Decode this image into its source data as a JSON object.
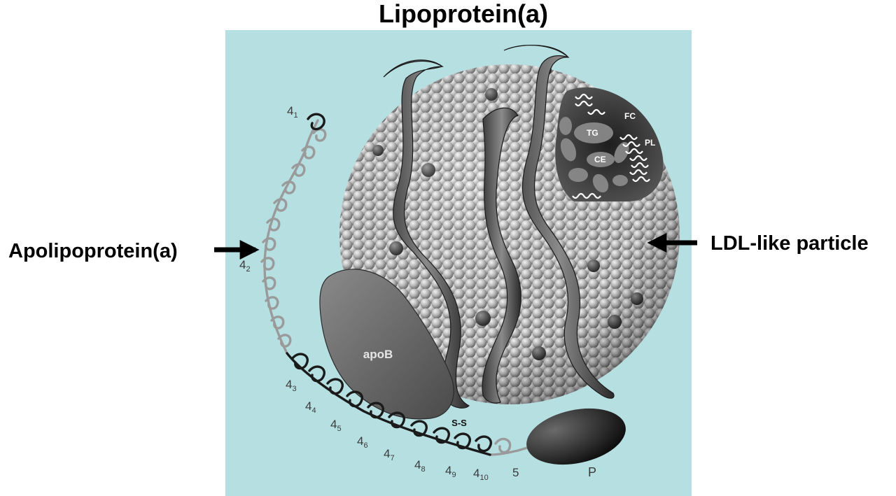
{
  "title": "Lipoprotein(a)",
  "labels": {
    "apolipoprotein": "Apolipoprotein(a)",
    "ldl_particle": "LDL-like particle",
    "apob": "apoB",
    "disulfide": "S-S",
    "protease": "P",
    "core": {
      "fc": "FC",
      "tg": "TG",
      "pl": "PL",
      "ce": "CE"
    }
  },
  "kringles": [
    {
      "base": "4",
      "sub": "1"
    },
    {
      "base": "4",
      "sub": "2"
    },
    {
      "base": "4",
      "sub": "3"
    },
    {
      "base": "4",
      "sub": "4"
    },
    {
      "base": "4",
      "sub": "5"
    },
    {
      "base": "4",
      "sub": "6"
    },
    {
      "base": "4",
      "sub": "7"
    },
    {
      "base": "4",
      "sub": "8"
    },
    {
      "base": "4",
      "sub": "9"
    },
    {
      "base": "4",
      "sub": "10"
    },
    {
      "base": "5",
      "sub": ""
    }
  ],
  "colors": {
    "panel": "#b6dfe2",
    "sphere": "#b8b8b8",
    "kringle_light": "#9a9a9a",
    "kringle_dark": "#1a1a1a",
    "apob": "#6a6a6a",
    "protease": "#202020",
    "arrow": "#000000"
  }
}
